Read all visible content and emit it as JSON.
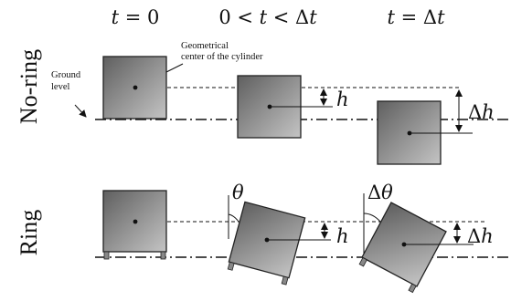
{
  "columns": {
    "col1": {
      "var": "t",
      "rest": " = 0"
    },
    "col2": {
      "pre": "0 < ",
      "var": "t",
      "post": " < Δ",
      "var2": "t"
    },
    "col3": {
      "var": "t",
      "rest": " = Δ",
      "var2": "t"
    }
  },
  "rows": {
    "no_ring": "No-ring",
    "ring": "Ring"
  },
  "annotations": {
    "ground_line1": "Ground",
    "ground_line2": "level",
    "center_line1": "Geometrical",
    "center_line2": "center of the cylinder"
  },
  "symbols": {
    "h": "h",
    "delta": "Δ",
    "theta": "θ"
  }
}
